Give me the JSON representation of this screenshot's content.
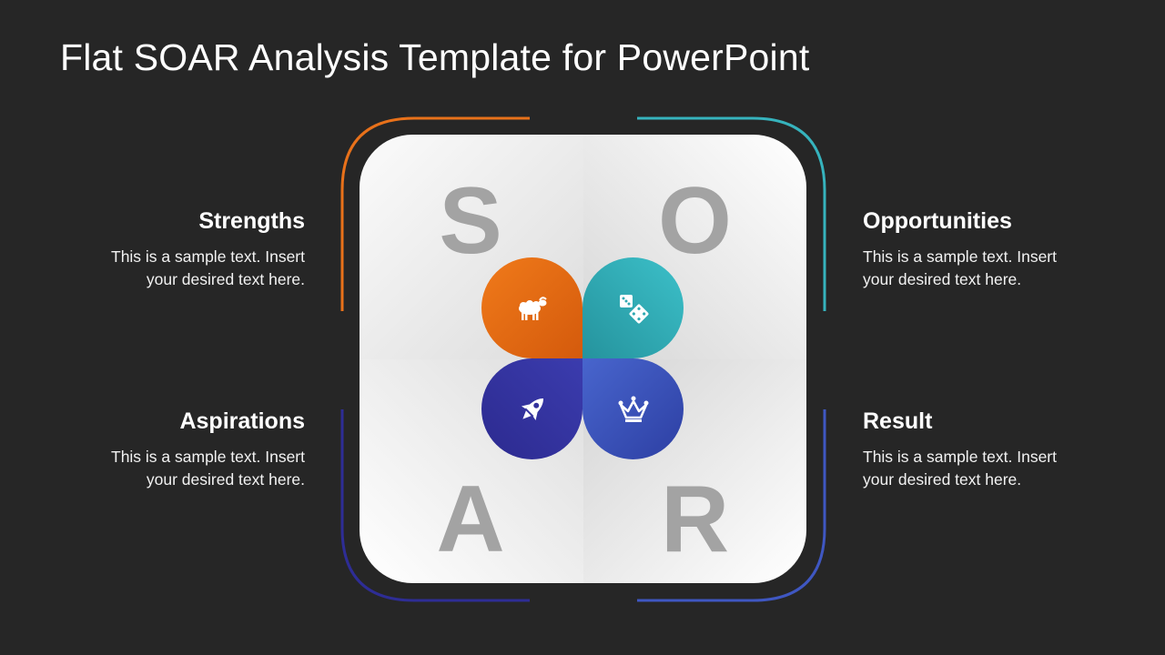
{
  "title": "Flat SOAR Analysis Template for PowerPoint",
  "colors": {
    "strengths": "#e8711a",
    "opportunities": "#36b3bd",
    "aspirations": "#2e2d95",
    "result": "#3f57c2",
    "background": "#262626"
  },
  "quadrants": [
    {
      "letter": "S",
      "heading": "Strengths",
      "text": "This is a sample text. Insert your desired text here.",
      "icon": "sheep-icon"
    },
    {
      "letter": "O",
      "heading": "Opportunities",
      "text": "This is a sample text. Insert your desired text here.",
      "icon": "dice-icon"
    },
    {
      "letter": "A",
      "heading": "Aspirations",
      "text": "This is a sample text. Insert your desired text here.",
      "icon": "rocket-icon"
    },
    {
      "letter": "R",
      "heading": "Result",
      "text": "This is a sample text. Insert your desired text here.",
      "icon": "crown-icon"
    }
  ]
}
